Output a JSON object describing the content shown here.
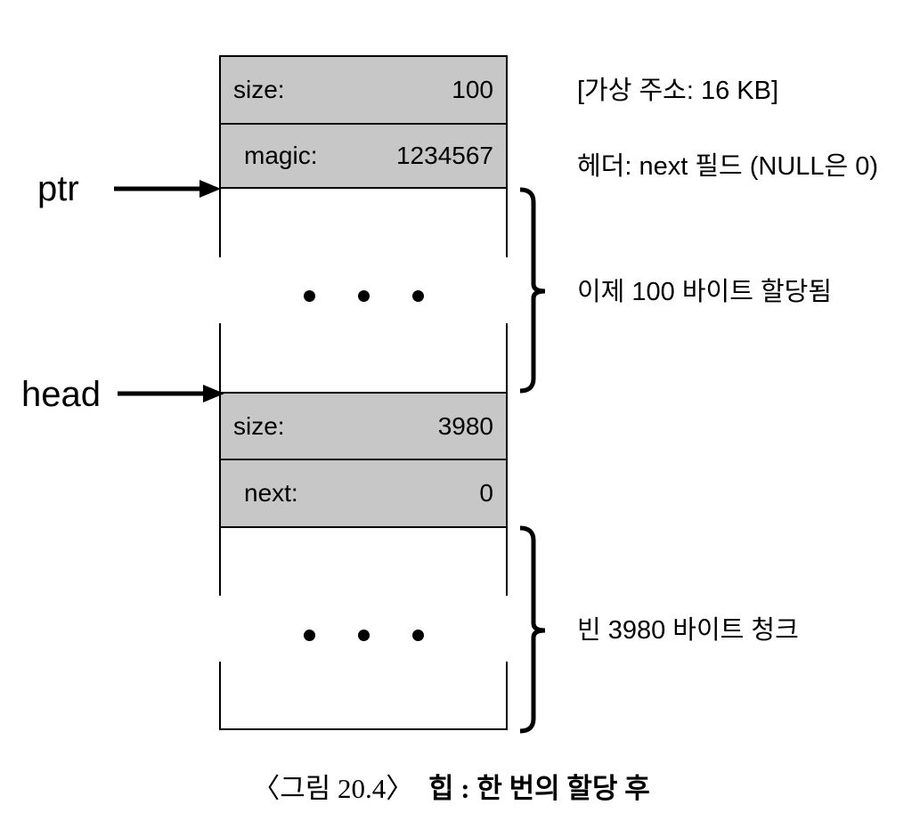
{
  "diagram": {
    "labels": {
      "ptr": "ptr",
      "head": "head"
    },
    "box": {
      "rows": [
        {
          "key": "size:",
          "value": "100"
        },
        {
          "key": "magic:",
          "value": "1234567"
        },
        {
          "key": "size:",
          "value": "3980"
        },
        {
          "key": "next:",
          "value": "0"
        }
      ]
    },
    "annotations": {
      "virtual_address": "[가상 주소: 16 KB]",
      "header_note": "헤더: next 필드 (NULL은 0)",
      "allocated_note": "이제 100 바이트 할당됨",
      "free_note": "빈 3980 바이트 청크"
    },
    "colors": {
      "chunk_header_fill": "#c7c7c7",
      "line": "#000000",
      "background": "#ffffff"
    }
  },
  "caption": {
    "prefix": "〈그림 20.4〉",
    "title": "힙 : 한 번의 할당 후"
  }
}
